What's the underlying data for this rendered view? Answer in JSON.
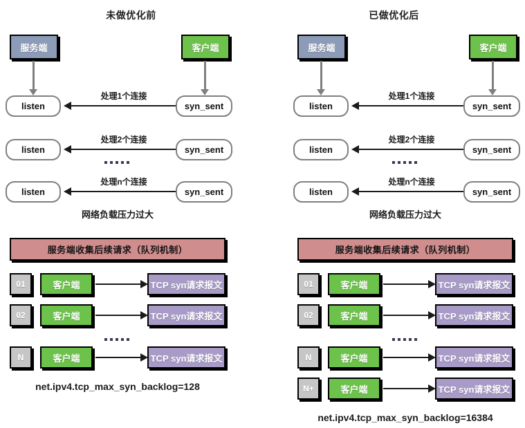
{
  "panels": [
    {
      "id": "before",
      "title": "未做优化前",
      "server_label": "服务端",
      "client_label": "客户端",
      "listen_label": "listen",
      "syn_sent_label": "syn_sent",
      "edges": [
        {
          "label": "处理1个连接"
        },
        {
          "label": "处理2个连接"
        },
        {
          "label": "处理n个连接"
        }
      ],
      "ellipsis": "·········",
      "caption": "网络负载压力过大",
      "queue_header": "服务端收集后续请求（队列机制）",
      "queue_rows": [
        {
          "index": "01",
          "client": "客户端",
          "packet": "TCP syn请求报文"
        },
        {
          "index": "02",
          "client": "客户端",
          "packet": "TCP syn请求报文"
        },
        {
          "index": "N",
          "client": "客户端",
          "packet": "TCP syn请求报文"
        }
      ],
      "sysctl": "net.ipv4.tcp_max_syn_backlog=128"
    },
    {
      "id": "after",
      "title": "已做优化后",
      "server_label": "服务端",
      "client_label": "客户端",
      "listen_label": "listen",
      "syn_sent_label": "syn_sent",
      "edges": [
        {
          "label": "处理1个连接"
        },
        {
          "label": "处理2个连接"
        },
        {
          "label": "处理n个连接"
        }
      ],
      "ellipsis": "·········",
      "caption": "网络负载压力过大",
      "queue_header": "服务端收集后续请求（队列机制）",
      "queue_rows": [
        {
          "index": "01",
          "client": "客户端",
          "packet": "TCP syn请求报文"
        },
        {
          "index": "02",
          "client": "客户端",
          "packet": "TCP syn请求报文"
        },
        {
          "index": "N",
          "client": "客户端",
          "packet": "TCP syn请求报文"
        },
        {
          "index": "N+",
          "client": "客户端",
          "packet": "TCP syn请求报文"
        }
      ],
      "sysctl": "net.ipv4.tcp_max_syn_backlog=16384"
    }
  ],
  "colors": {
    "server_box": "#8b9bb8",
    "client_box": "#6cc24a",
    "packet_box": "#a99bc8",
    "index_box": "#c6c6c6",
    "queue_header": "#d08d8d",
    "node_border": "#7f7f7f",
    "arrow": "#1a1a1a",
    "background": "#ffffff"
  }
}
